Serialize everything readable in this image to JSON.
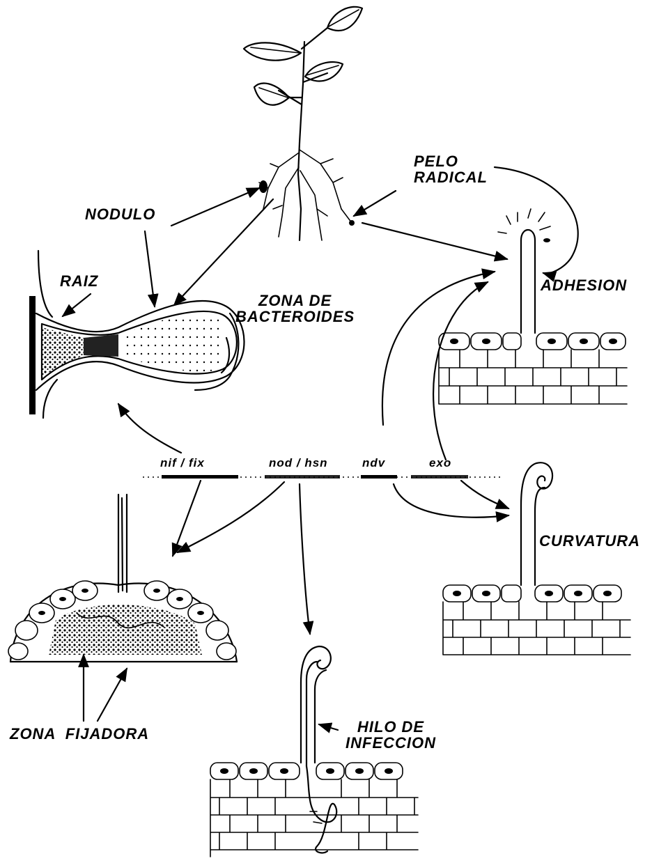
{
  "labels": {
    "pelo_radical": [
      "PELO",
      "RADICAL"
    ],
    "nodulo": "NODULO",
    "raiz": "RAIZ",
    "zona_bacteroides": [
      "ZONA DE",
      "BACTEROIDES"
    ],
    "adhesion": "ADHESION",
    "curvatura": "CURVATURA",
    "zona_fijadora": "ZONA  FIJADORA",
    "hilo_infeccion": [
      "HILO DE",
      "INFECCION"
    ]
  },
  "genes": {
    "nif_fix": "nif / fix",
    "nod_hsn": "nod / hsn",
    "ndv": "ndv",
    "exo": "exo"
  }
}
